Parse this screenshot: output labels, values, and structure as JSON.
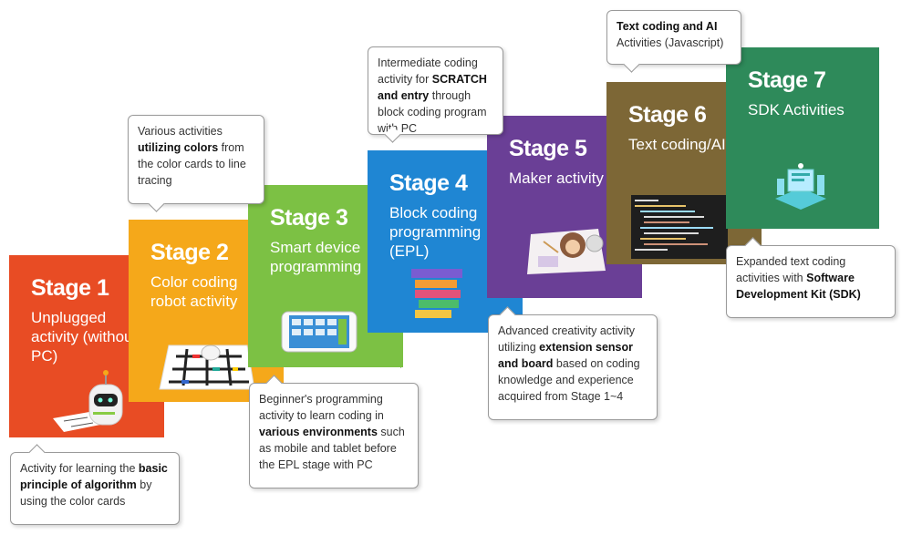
{
  "stages": [
    {
      "title": "Stage 1",
      "desc": "Unplugged\nactivity (without\nPC)",
      "color": "#e84c24",
      "fold": "#9e3a22",
      "icon": "robot-icon"
    },
    {
      "title": "Stage 2",
      "desc": "Color coding\nrobot activity",
      "color": "#f5a81a",
      "fold": "#a86d12",
      "icon": "color-grid-icon"
    },
    {
      "title": "Stage 3",
      "desc": "Smart device\nprogramming",
      "color": "#7cc144",
      "fold": "#4f7c2b",
      "icon": "tablet-icon"
    },
    {
      "title": "Stage 4",
      "desc": "Block coding\nprogramming\n(EPL)",
      "color": "#1f86d3",
      "fold": "#155a8e",
      "icon": "blocks-icon"
    },
    {
      "title": "Stage 5",
      "desc": "Maker activity",
      "color": "#6a3f96",
      "fold": "#442766",
      "icon": "maker-icon"
    },
    {
      "title": "Stage 6",
      "desc": "Text coding/AI",
      "color": "#7d6736",
      "fold": "#4f4122",
      "icon": "code-screen-icon"
    },
    {
      "title": "Stage 7",
      "desc": "SDK Activities",
      "color": "#2e8a5a",
      "fold": "#1d5c3b",
      "icon": "sdk-icon"
    }
  ],
  "callouts": {
    "c1": {
      "pre": "Activity for learning the ",
      "bold": "basic principle of algorithm",
      "post": " by using the color cards"
    },
    "c2": {
      "pre": "Various activities ",
      "bold": "utilizing colors",
      "post": " from the color cards to line tracing"
    },
    "c3": {
      "pre": "Beginner's programming activity to learn coding in ",
      "bold": "various environments",
      "post": " such as mobile and tablet before the EPL stage with PC"
    },
    "c4": {
      "pre": "Intermediate coding activity for ",
      "bold": "SCRATCH and entry",
      "post": " through block coding program with PC"
    },
    "c5": {
      "pre": "Advanced creativity activity utilizing ",
      "bold": "extension sensor and board",
      "post": " based on coding knowledge and experience acquired from Stage 1~4"
    },
    "c6": {
      "pre": "",
      "bold": "Text coding and AI",
      "post": " Activities (Javascript)"
    },
    "c7": {
      "pre": "Expanded text coding activities with ",
      "bold": "Software Development Kit (SDK)",
      "post": ""
    }
  }
}
